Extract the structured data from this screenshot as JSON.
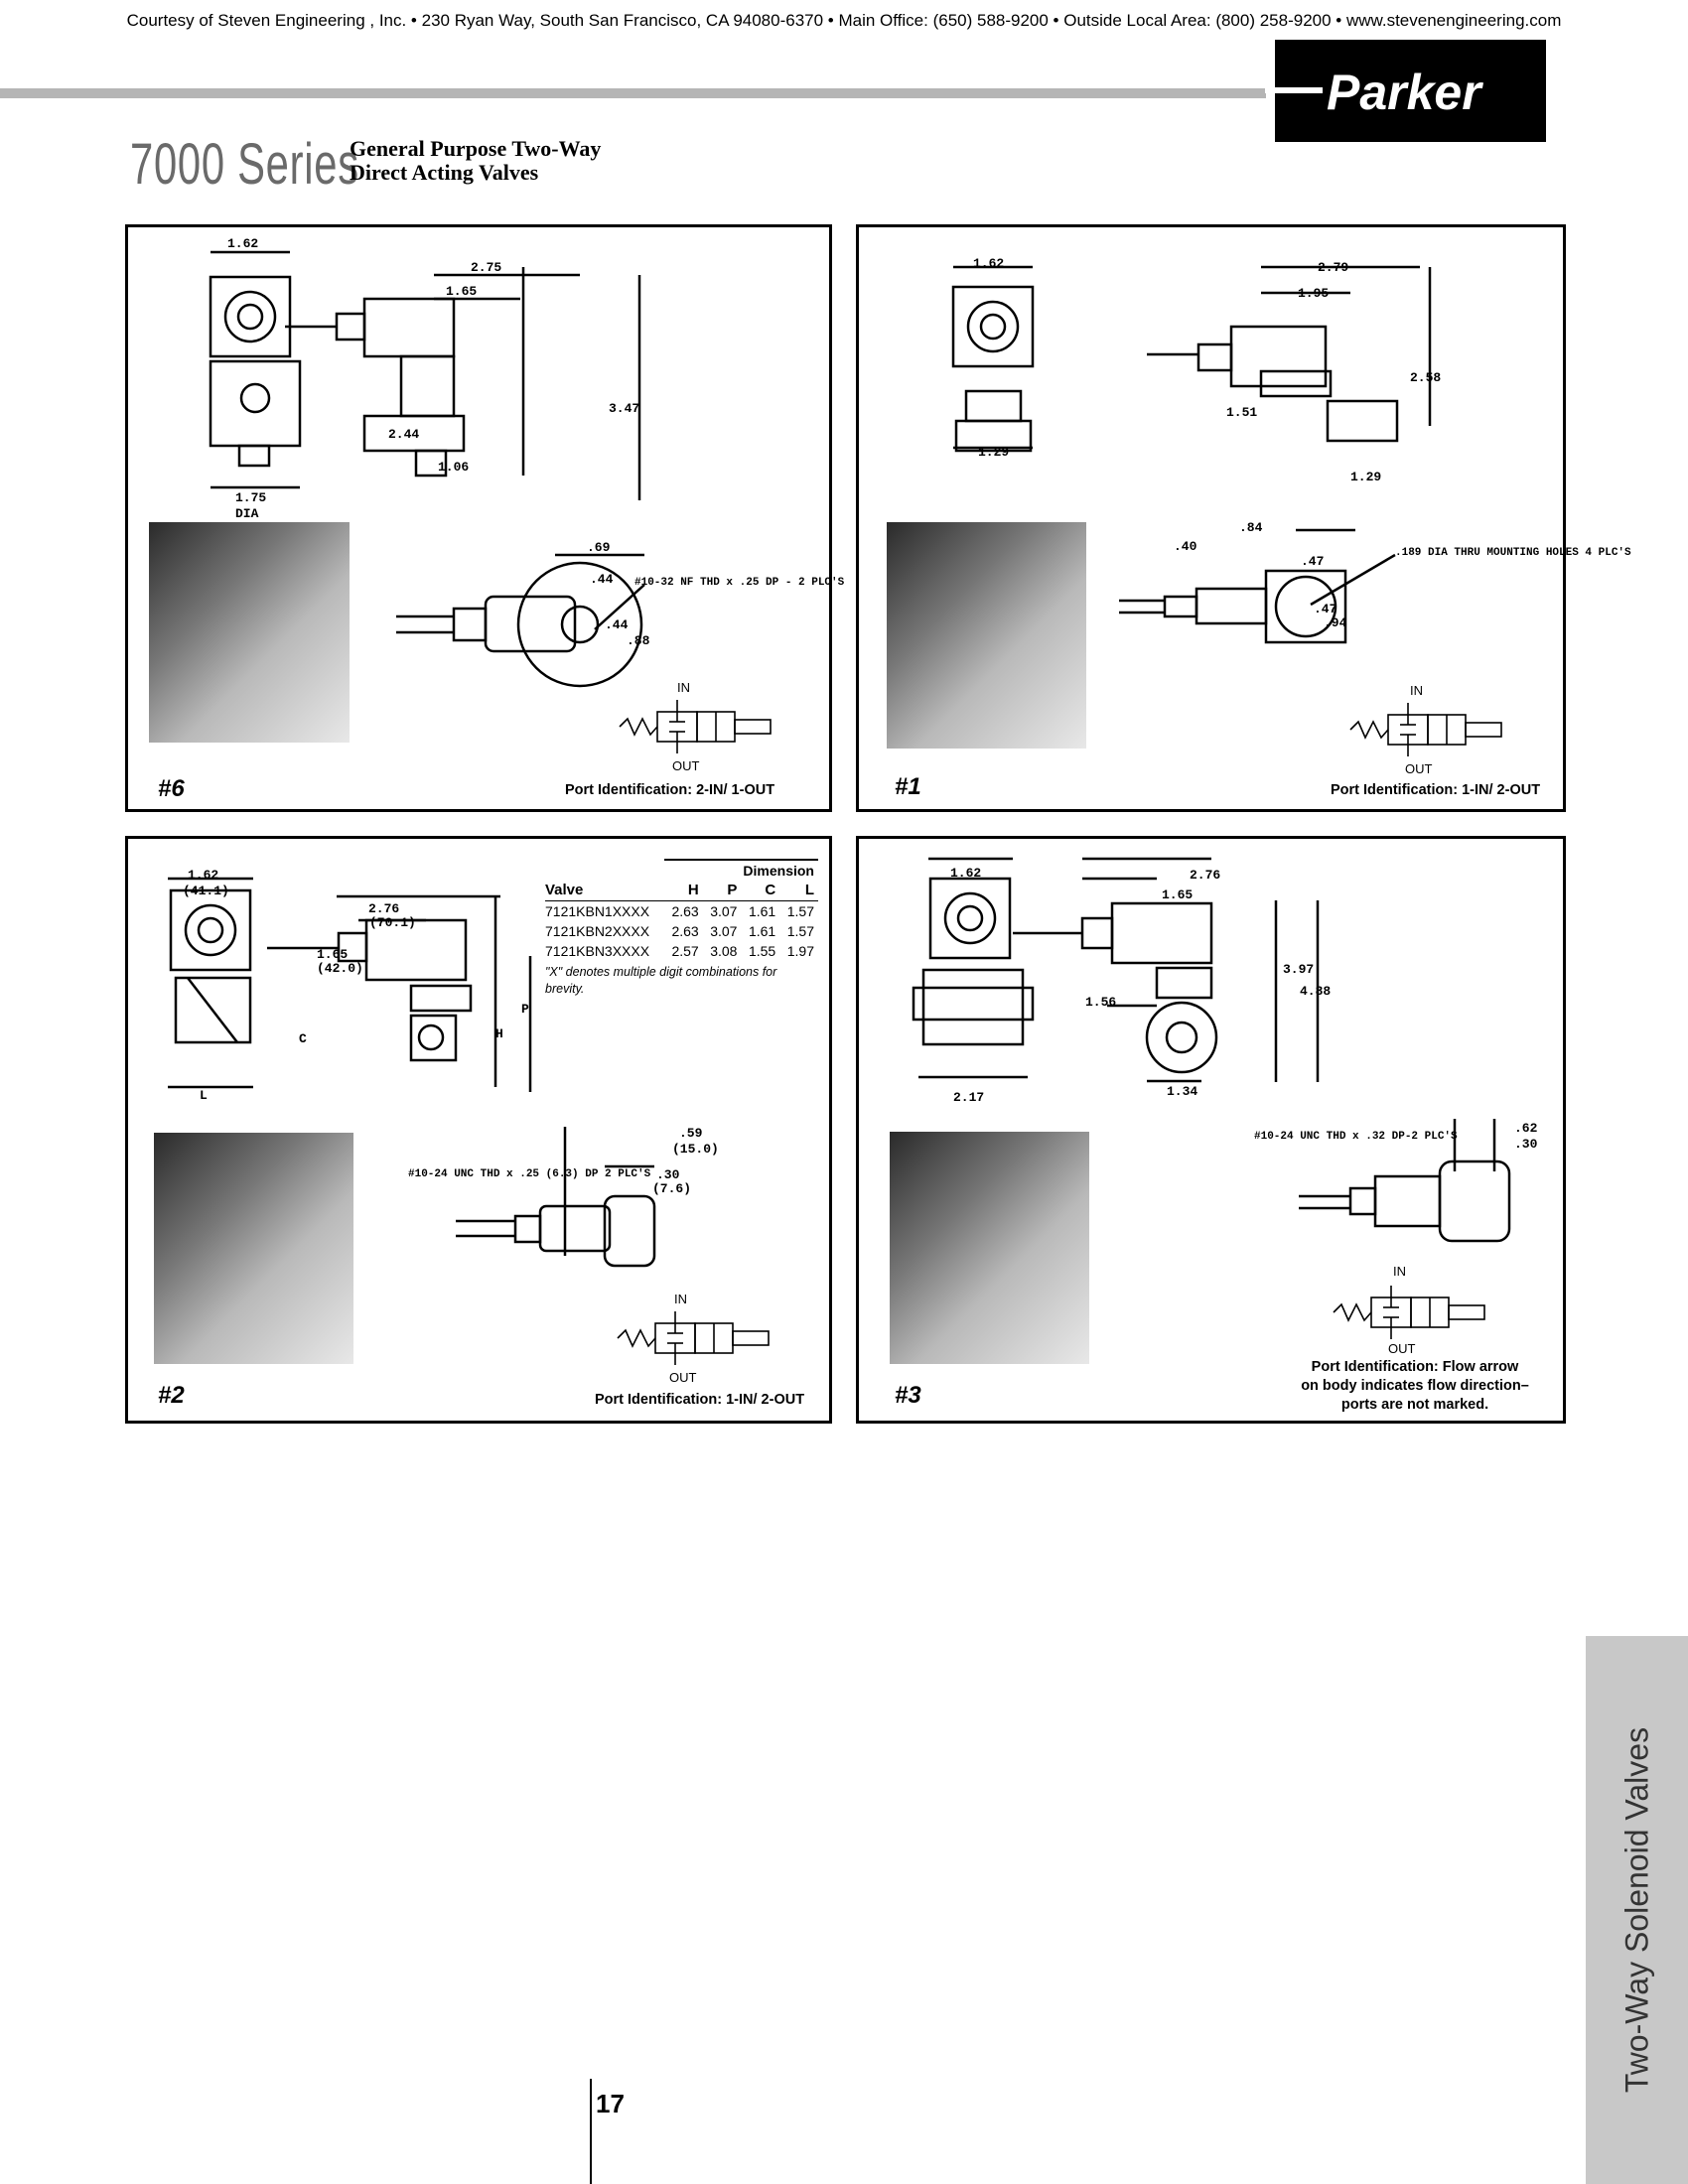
{
  "header": {
    "courtesy": "Courtesy of Steven Engineering , Inc. • 230 Ryan Way, South San Francisco, CA 94080-6370 • Main Office: (650) 588-9200 • Outside Local Area: (800) 258-9200 • www.stevenengineering.com",
    "logo_text": "Parker",
    "series": "7000 Series",
    "subtitle_line1": "General Purpose Two-Way",
    "subtitle_line2": "Direct Acting Valves"
  },
  "panels": [
    {
      "fig": "#6",
      "port_id": "Port Identification: 2-IN/ 1-OUT",
      "symbol_in": "IN",
      "symbol_out": "OUT",
      "dims": {
        "a": "1.62",
        "b": "2.75",
        "c": "1.65",
        "d": "3.47",
        "e": "2.44",
        "f": "1.06",
        "g": "1.75",
        "h": "DIA",
        "i": ".69",
        "j": ".44",
        "k": ".44",
        "l": ".88",
        "note": "#10-32 NF THD x .25 DP - 2 PLC'S"
      }
    },
    {
      "fig": "#1",
      "port_id": "Port Identification: 1-IN/ 2-OUT",
      "symbol_in": "IN",
      "symbol_out": "OUT",
      "dims": {
        "a": "1.62",
        "b": "2.79",
        "c": "1.95",
        "d": "2.58",
        "e": "1.51",
        "f": "1.29",
        "g": "1.29",
        "h": ".40",
        "i": ".84",
        "j": ".47",
        "k": ".47",
        "l": ".94",
        "note": ".189 DIA THRU MOUNTING HOLES 4 PLC'S"
      }
    },
    {
      "fig": "#2",
      "port_id": "Port Identification: 1-IN/ 2-OUT",
      "symbol_in": "IN",
      "symbol_out": "OUT",
      "dims": {
        "a": "1.62",
        "a2": "(41.1)",
        "b": "2.76",
        "b2": "(70.1)",
        "c": "1.65",
        "c2": "(42.0)",
        "h": "H",
        "p": "P",
        "cc": "C",
        "l": "L",
        "m": ".59",
        "m2": "(15.0)",
        "n": ".30",
        "n2": "(7.6)",
        "note": "#10-24 UNC THD x .25 (6.3) DP 2 PLC'S"
      }
    },
    {
      "fig": "#3",
      "port_id_lines": [
        "Port Identification: Flow arrow",
        "on body indicates flow direction–",
        "ports are not marked."
      ],
      "symbol_in": "IN",
      "symbol_out": "OUT",
      "dims": {
        "a": "1.62",
        "b": "2.76",
        "c": "1.65",
        "d": "3.97",
        "e": "4.88",
        "f": "1.56",
        "g": "2.17",
        "h": "1.34",
        "i": ".62",
        "j": ".30",
        "note": "#10-24 UNC THD x .32 DP-2 PLC'S"
      }
    }
  ],
  "dimension_table": {
    "group_header": "Dimension",
    "columns": [
      "Valve",
      "H",
      "P",
      "C",
      "L"
    ],
    "rows": [
      [
        "7121KBN1XXXX",
        "2.63",
        "3.07",
        "1.61",
        "1.57"
      ],
      [
        "7121KBN2XXXX",
        "2.63",
        "3.07",
        "1.61",
        "1.57"
      ],
      [
        "7121KBN3XXXX",
        "2.57",
        "3.08",
        "1.55",
        "1.97"
      ]
    ],
    "note": "\"X\" denotes multiple digit combinations for brevity."
  },
  "side_tab": "Two-Way Solenoid Valves",
  "page_number": "17"
}
